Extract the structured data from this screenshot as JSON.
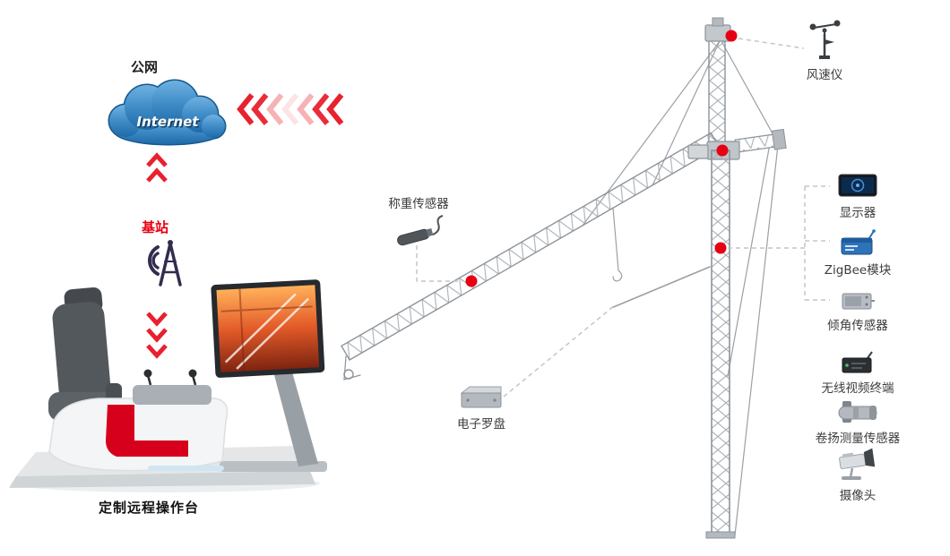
{
  "labels": {
    "public_network": "公网",
    "internet": "Internet",
    "base_station": "基站",
    "console": "定制远程操作台",
    "anemometer": "风速仪",
    "load_sensor": "称重传感器",
    "compass": "电子罗盘"
  },
  "right_list": [
    {
      "label": "显示器"
    },
    {
      "label": "ZigBee模块"
    },
    {
      "label": "倾角传感器"
    },
    {
      "label": "无线视频终端"
    },
    {
      "label": "卷扬测量传感器"
    },
    {
      "label": "摄像头"
    }
  ],
  "colors": {
    "accent_red": "#e60012",
    "chevron_red": "#e8212f",
    "cloud_blue": "#2f7fc0",
    "antenna_navy": "#332c4e",
    "structure_grey": "#8d949a"
  }
}
